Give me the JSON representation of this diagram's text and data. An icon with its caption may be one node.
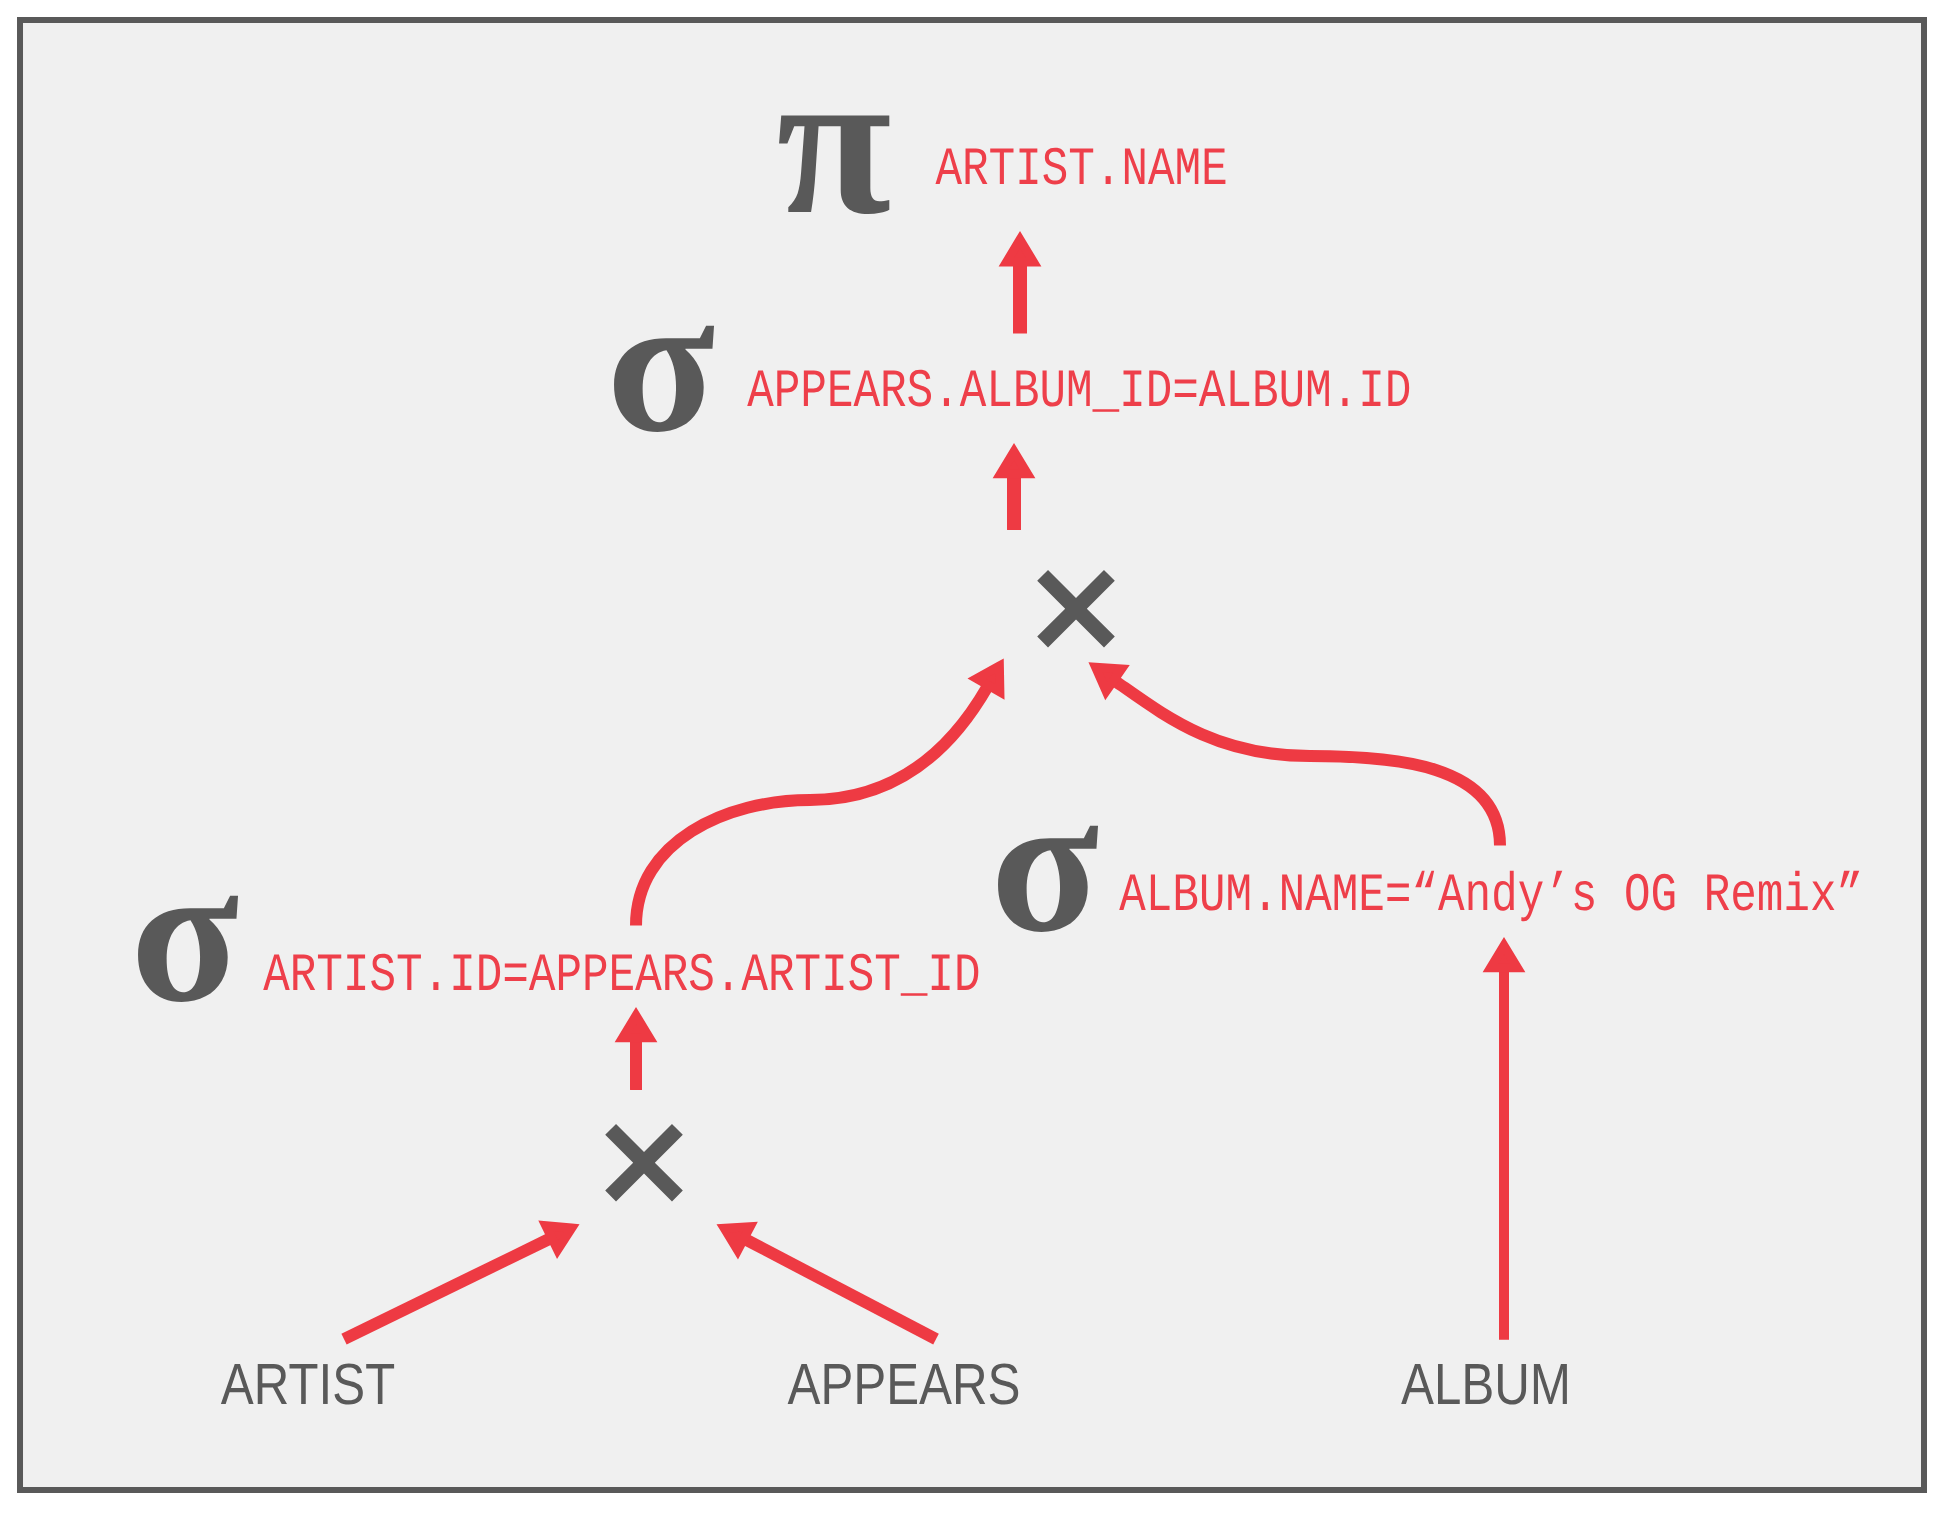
{
  "diagram": {
    "nodes": [
      {
        "text": [
          "π",
          "ARTIST.NAME"
        ]
      },
      {
        "text": [
          "σ",
          "APPEARS.ALBUM_ID=ALBUM.ID"
        ]
      },
      {
        "text": [
          "×"
        ]
      },
      {
        "text": [
          "σ",
          "ALBUM.NAME=“Andy’s OG Remix”"
        ]
      },
      {
        "text": [
          "σ",
          "ARTIST.ID=APPEARS.ARTIST_ID"
        ]
      },
      {
        "text": [
          "×"
        ]
      },
      {
        "text": [
          "ARTIST"
        ]
      },
      {
        "text": [
          "APPEARS"
        ]
      },
      {
        "text": [
          "ALBUM"
        ]
      }
    ],
    "edges": [
      {
        "from": 1,
        "to": 0,
        "arrow": "to"
      },
      {
        "from": 2,
        "to": 1,
        "arrow": "to"
      },
      {
        "from": 4,
        "to": 2,
        "arrow": "to"
      },
      {
        "from": 3,
        "to": 2,
        "arrow": "to"
      },
      {
        "from": 5,
        "to": 4,
        "arrow": "to"
      },
      {
        "from": 6,
        "to": 5,
        "arrow": "to"
      },
      {
        "from": 7,
        "to": 5,
        "arrow": "to"
      },
      {
        "from": 8,
        "to": 3,
        "arrow": "to"
      }
    ]
  }
}
